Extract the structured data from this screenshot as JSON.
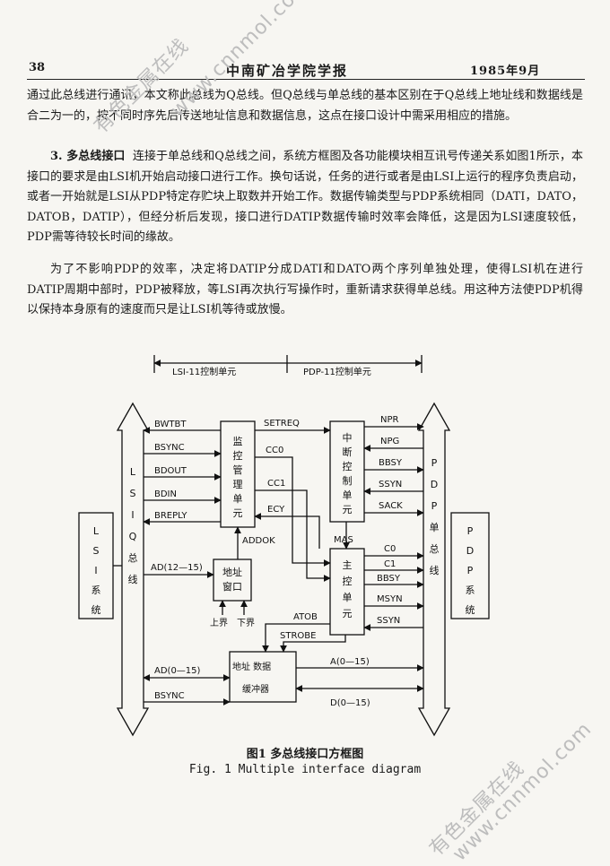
{
  "header": {
    "page_number": "38",
    "journal": "中南矿冶学院学报",
    "date": "1985年9月"
  },
  "body": {
    "p1": "通过此总线进行通讯，本文称此总线为Q总线。但Q总线与单总线的基本区别在于Q总线上地址线和数据线是合二为一的，按不同时序先后传送地址信息和数据信息，这点在接口设计中需采用相应的措施。",
    "s3_heading": "3.  多总线接口",
    "s3_text": "连接于单总线和Q总线之间，系统方框图及各功能模块相互讯号传递关系如图1所示，本接口的要求是由LSI机开始启动接口进行工作。换句话说，任务的进行或者是由LSI上运行的程序负责启动，或者一开始就是LSI从PDP特定存贮块上取数并开始工作。数据传输类型与PDP系统相同（DATI，DATO，DATOB，DATIP），但经分析后发现，接口进行DATIP数据传输时效率会降低，这是因为LSI速度较低，PDP需等待较长时间的缘故。",
    "p2": "为了不影响PDP的效率，决定将DATIP分成DATI和DATO两个序列单独处理，使得LSI机在进行DATIP周期中部时，PDP被释放，等LSI再次执行写操作时，重新请求获得单总线。用这种方法使PDP机得以保持本身原有的速度而只是让LSI机等待或放慢。"
  },
  "diagram": {
    "top_left_label": "LSI-11控制单元",
    "top_right_label": "PDP-11控制单元",
    "lsi_bus_label": "LSIQ总线",
    "pdp_bus_label": "PDP单总线",
    "lsi_system": "LSI系统",
    "pdp_system": "PDP系统",
    "monitor_unit": "监控管理单元",
    "interrupt_unit": "中断控制单元",
    "main_control": "主控单元",
    "addr_window": "地址窗口",
    "buffer_line1": "地址  数据",
    "buffer_line2": "缓冲器",
    "sig_bwtbt": "BWTBT",
    "sig_bsync": "BSYNC",
    "sig_bdout": "BDOUT",
    "sig_bdin": "BDIN",
    "sig_breply": "BREPLY",
    "sig_setreq": "SETREQ",
    "sig_cc0": "CC0",
    "sig_cc1": "CC1",
    "sig_ecy": "ECY",
    "sig_addok": "ADDOK",
    "sig_ad1215": "AD(12—15)",
    "sig_upper": "上界",
    "sig_lower": "下界",
    "sig_atob": "ATOB",
    "sig_strobe": "STROBE",
    "sig_ad015": "AD(0—15)",
    "sig_bsync2": "BSYNC",
    "sig_a015": "A(0—15)",
    "sig_d015": "D(0—15)",
    "sig_npr": "NPR",
    "sig_npg": "NPG",
    "sig_bbsy": "BBSY",
    "sig_ssyn": "SSYN",
    "sig_sack": "SACK",
    "sig_mas": "MAS",
    "sig_c0": "C0",
    "sig_c1": "C1",
    "sig_bbsy2": "BBSY",
    "sig_msyn": "MSYN",
    "sig_ssyn2": "SSYN"
  },
  "caption": {
    "cn": "图1   多总线接口方框图",
    "en": "Fig. 1   Multiple interface diagram"
  },
  "watermark": {
    "text1": "有色金属在线",
    "text2": "www.cnnmol.com"
  }
}
